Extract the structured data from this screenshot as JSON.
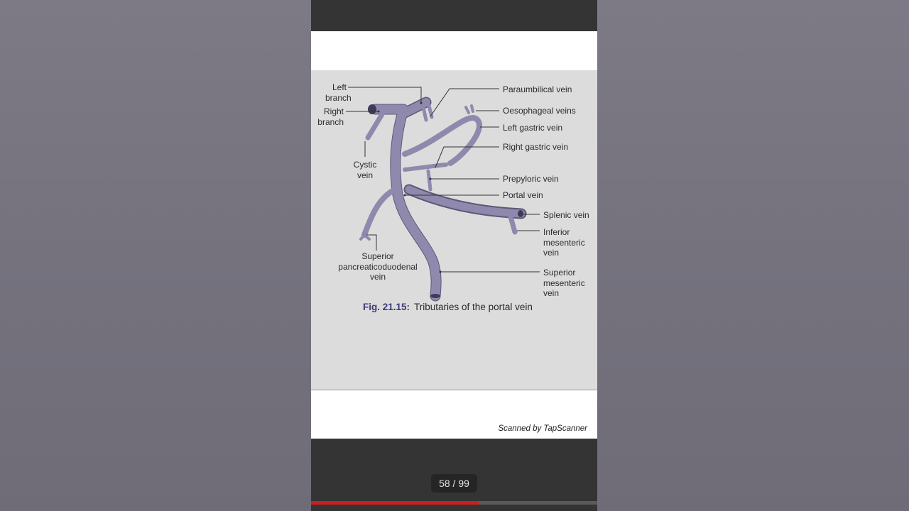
{
  "figure": {
    "labels": {
      "left_branch": "Left\nbranch",
      "right_branch": "Right\nbranch",
      "cystic_vein": "Cystic\nvein",
      "paraumbilical_vein": "Paraumbilical vein",
      "oesophageal_veins": "Oesophageal veins",
      "left_gastric_vein": "Left gastric vein",
      "right_gastric_vein": "Right gastric vein",
      "prepyloric_vein": "Prepyloric vein",
      "portal_vein": "Portal vein",
      "splenic_vein": "Splenic vein",
      "inferior_mesenteric_vein": "Inferior\nmesenteric\nvein",
      "superior_pancreaticoduodenal_vein": "Superior\npancreaticoduodenal\nvein",
      "superior_mesenteric_vein": "Superior\nmesenteric\nvein"
    },
    "caption_number": "Fig. 21.15:",
    "caption_text": "Tributaries of the portal vein",
    "vein_color": "#8f89ad"
  },
  "watermark": "Scanned by TapScanner",
  "pager": {
    "label": "58 / 99",
    "progress_fraction": 0.586
  },
  "colors": {
    "viewer_bg": "#343434",
    "scan_bg": "#dcdcdc",
    "accent": "#cc1f1f"
  }
}
